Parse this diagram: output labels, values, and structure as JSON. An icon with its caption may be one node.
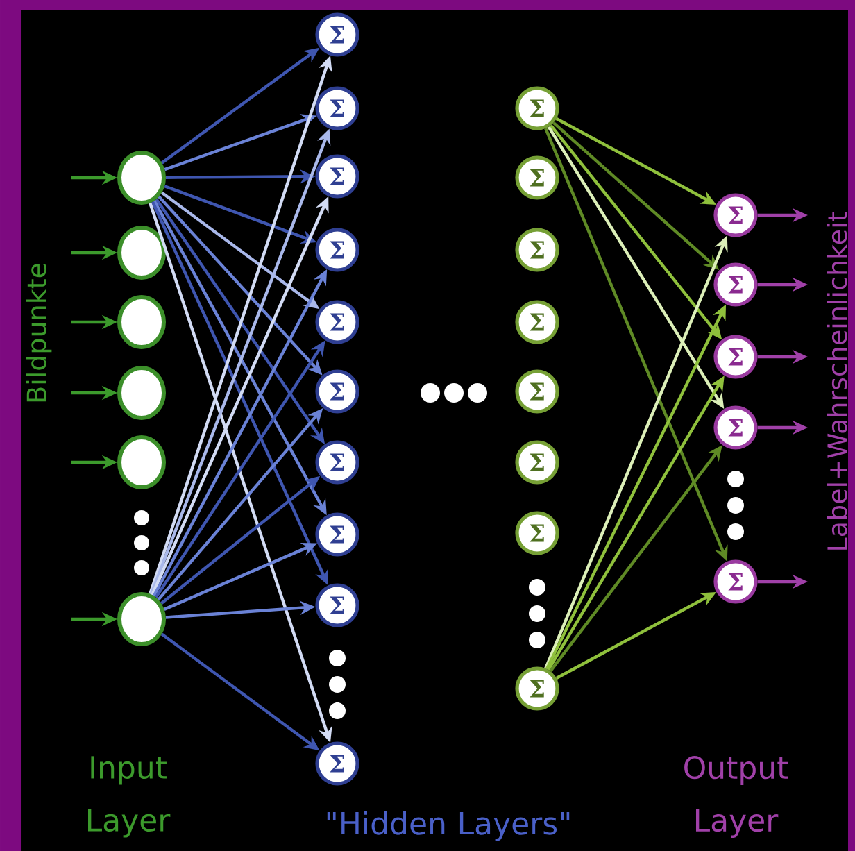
{
  "diagram": {
    "nodes": [
      {
        "text": [],
        "shape": "circle"
      },
      {
        "text": [],
        "shape": "circle"
      },
      {
        "text": [],
        "shape": "circle"
      },
      {
        "text": [],
        "shape": "circle"
      },
      {
        "text": [],
        "shape": "circle"
      },
      {
        "text": [],
        "shape": "circle"
      },
      {
        "text": [
          "Σ"
        ]
      },
      {
        "text": [
          "Σ"
        ]
      },
      {
        "text": [
          "Σ"
        ]
      },
      {
        "text": [
          "Σ"
        ]
      },
      {
        "text": [
          "Σ"
        ]
      },
      {
        "text": [
          "Σ"
        ]
      },
      {
        "text": [
          "Σ"
        ]
      },
      {
        "text": [
          "Σ"
        ]
      },
      {
        "text": [
          "Σ"
        ]
      },
      {
        "text": [
          "Σ"
        ]
      },
      {
        "text": [
          "Σ"
        ]
      },
      {
        "text": [
          "Σ"
        ]
      },
      {
        "text": [
          "Σ"
        ]
      },
      {
        "text": [
          "Σ"
        ]
      },
      {
        "text": [
          "Σ"
        ]
      },
      {
        "text": [
          "Σ"
        ]
      },
      {
        "text": [
          "Σ"
        ]
      },
      {
        "text": [
          "Σ"
        ]
      },
      {
        "text": [
          "Σ"
        ]
      },
      {
        "text": [
          "Σ"
        ]
      },
      {
        "text": [
          "Σ"
        ]
      },
      {
        "text": [
          "Σ"
        ]
      },
      {
        "text": [
          "Σ"
        ]
      }
    ],
    "edges": [
      {
        "from": null,
        "to": 0,
        "arrow": "to",
        "color": "#3c9a2c"
      },
      {
        "from": null,
        "to": 1,
        "arrow": "to",
        "color": "#3c9a2c"
      },
      {
        "from": null,
        "to": 2,
        "arrow": "to",
        "color": "#3c9a2c"
      },
      {
        "from": null,
        "to": 3,
        "arrow": "to",
        "color": "#3c9a2c"
      },
      {
        "from": null,
        "to": 4,
        "arrow": "to",
        "color": "#3c9a2c"
      },
      {
        "from": null,
        "to": 5,
        "arrow": "to",
        "color": "#3c9a2c"
      },
      {
        "from": 0,
        "to": 6,
        "arrow": "to"
      },
      {
        "from": 0,
        "to": 7,
        "arrow": "to",
        "color": "#6a82d6"
      },
      {
        "from": 0,
        "to": 8,
        "arrow": "to"
      },
      {
        "from": 0,
        "to": 9,
        "arrow": "to"
      },
      {
        "from": 0,
        "to": 10,
        "arrow": "to",
        "color": "#a9b8ea"
      },
      {
        "from": 0,
        "to": 11,
        "arrow": "to",
        "color": "#6a82d6"
      },
      {
        "from": 0,
        "to": 12,
        "arrow": "to"
      },
      {
        "from": 0,
        "to": 13,
        "arrow": "to",
        "color": "#6a82d6"
      },
      {
        "from": 0,
        "to": 14,
        "arrow": "to"
      },
      {
        "from": 0,
        "to": 15,
        "arrow": "to",
        "color": "#d2dbf4"
      },
      {
        "from": 5,
        "to": 6,
        "arrow": "to",
        "color": "#d2dbf4"
      },
      {
        "from": 5,
        "to": 7,
        "arrow": "to",
        "color": "#a9b8ea"
      },
      {
        "from": 5,
        "to": 8,
        "arrow": "to",
        "color": "#d2dbf4"
      },
      {
        "from": 5,
        "to": 9,
        "arrow": "to",
        "color": "#6a82d6"
      },
      {
        "from": 5,
        "to": 10,
        "arrow": "to"
      },
      {
        "from": 5,
        "to": 11,
        "arrow": "to",
        "color": "#6a82d6"
      },
      {
        "from": 5,
        "to": 12,
        "arrow": "to"
      },
      {
        "from": 5,
        "to": 13,
        "arrow": "to",
        "color": "#6a82d6"
      },
      {
        "from": 5,
        "to": 14,
        "arrow": "to",
        "color": "#6a82d6"
      },
      {
        "from": 5,
        "to": 15,
        "arrow": "to"
      },
      {
        "from": 16,
        "to": 24,
        "arrow": "to",
        "color": "#8fc03c"
      },
      {
        "from": 16,
        "to": 25,
        "arrow": "to",
        "color": "#5f8a25"
      },
      {
        "from": 16,
        "to": 26,
        "arrow": "to",
        "color": "#8fc03c"
      },
      {
        "from": 16,
        "to": 27,
        "arrow": "to",
        "color": "#dcefb8"
      },
      {
        "from": 16,
        "to": 28,
        "arrow": "to",
        "color": "#5f8a25"
      },
      {
        "from": 23,
        "to": 24,
        "arrow": "to",
        "color": "#dcefb8"
      },
      {
        "from": 23,
        "to": 25,
        "arrow": "to",
        "color": "#8fc03c"
      },
      {
        "from": 23,
        "to": 26,
        "arrow": "to",
        "color": "#8fc03c"
      },
      {
        "from": 23,
        "to": 27,
        "arrow": "to",
        "color": "#5f8a25"
      },
      {
        "from": 23,
        "to": 28,
        "arrow": "to",
        "color": "#8fc03c"
      },
      {
        "from": 24,
        "to": null,
        "arrow": "to",
        "color": "#a040a8"
      },
      {
        "from": 25,
        "to": null,
        "arrow": "to",
        "color": "#a040a8"
      },
      {
        "from": 26,
        "to": null,
        "arrow": "to",
        "color": "#a040a8"
      },
      {
        "from": 27,
        "to": null,
        "arrow": "to",
        "color": "#a040a8"
      },
      {
        "from": 28,
        "to": null,
        "arrow": "to",
        "color": "#a040a8"
      }
    ],
    "labels": [
      "Bildpunkte",
      "Label+Wahrscheinlichkeit",
      "Input Layer",
      "\"Hidden Layers\"",
      "Output Layer"
    ]
  }
}
